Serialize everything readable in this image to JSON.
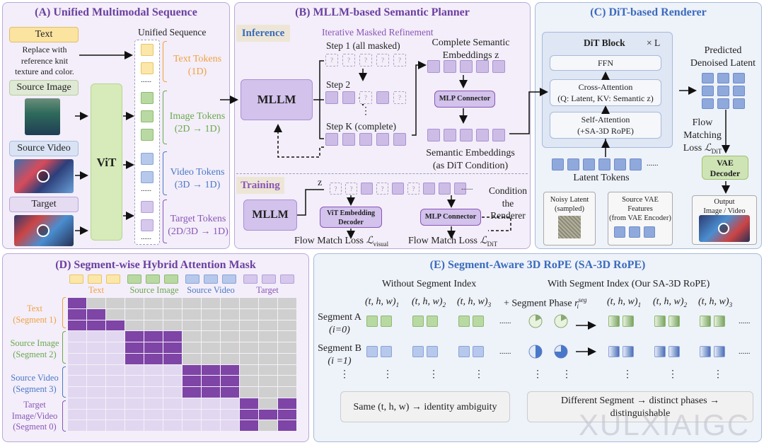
{
  "panelA": {
    "title": "(A) Unified Multimodal Sequence",
    "text_label": "Text",
    "text_content": "Replace with reference knit texture and color.",
    "source_image": "Source Image",
    "source_video": "Source Video",
    "target": "Target",
    "vit": "ViT",
    "unified_sequence": "Unified Sequence",
    "text_tokens": "Text Tokens",
    "text_tokens_dim": "(1D)",
    "image_tokens": "Image Tokens",
    "image_tokens_dim": "(2D → 1D)",
    "video_tokens": "Video Tokens",
    "video_tokens_dim": "(3D → 1D)",
    "target_tokens": "Target Tokens",
    "target_tokens_dim": "(2D/3D → 1D)",
    "dots": "......"
  },
  "panelB": {
    "title": "(B) MLLM-based Semantic Planner",
    "inference": "Inference",
    "training": "Training",
    "imr": "Iterative Masked Refinement",
    "step1": "Step 1 (all masked)",
    "step2": "Step 2",
    "stepk": "Step K (complete)",
    "mllm": "MLLM",
    "complete_sem": "Complete Semantic Embeddings z",
    "mlp": "MLP Connector",
    "sem_emb": "Semantic Embeddings",
    "sem_emb2": "(as DiT Condition)",
    "z": "z",
    "vit_dec": "ViT Embedding Decoder",
    "flow_visual": "Flow Match Loss",
    "visual_sub": "visual",
    "flow_dit": "Flow Match Loss",
    "dit_sub": "DiT",
    "cond": "Condition the Renderer",
    "q": "?",
    "vdots": "⋮",
    "dots": "......"
  },
  "panelC": {
    "title": "(C) DiT-based Renderer",
    "dit_block": "DiT Block",
    "times_l": "× L",
    "ffn": "FFN",
    "cross1": "Cross-Attention",
    "cross2": "(Q: Latent, KV: Semantic z)",
    "self1": "Self-Attention",
    "self2": "(+SA-3D RoPE)",
    "latent_tokens": "Latent Tokens",
    "noisy1": "Noisy Latent",
    "noisy2": "(sampled)",
    "svae1": "Source VAE",
    "svae2": "Features",
    "svae3": "(from VAE Encoder)",
    "pred1": "Predicted",
    "pred2": "Denoised Latent",
    "fm1": "Flow",
    "fm2": "Matching",
    "fm3": "Loss",
    "fm_sub": "DiT",
    "vae1": "VAE",
    "vae2": "Decoder",
    "out1": "Output",
    "out2": "Image / Video",
    "dots": "......"
  },
  "panelD": {
    "title": "(D) Segment-wise Hybrid Attention Mask",
    "legend_text": "Text",
    "legend_img": "Source Image",
    "legend_vid": "Source Video",
    "legend_tgt": "Target",
    "row_text1": "Text",
    "row_text2": "(Segment 1)",
    "row_img1": "Source Image",
    "row_img2": "(Segment 2)",
    "row_vid1": "Source Video",
    "row_vid2": "(Segment 3)",
    "row_tgt1": "Target",
    "row_tgt2": "Image/Video",
    "row_tgt3": "(Segment 0)"
  },
  "panelE": {
    "title": "(E) Segment-Aware 3D RoPE (SA-3D RoPE)",
    "without": "Without Segment Index",
    "with": "With Segment Index (Our SA-3D RoPE)",
    "thw1": "(t, h, w)",
    "sub1": "1",
    "sub2": "2",
    "sub3": "3",
    "plus_phase": "+ Segment Phase",
    "r": "r",
    "r_sup": "seg",
    "r_sub": "i",
    "seg_a": "Segment A",
    "seg_a_i": "(i=0)",
    "seg_b": "Segment B",
    "seg_b_i": "(i =1)",
    "same": "Same (t, h, w) → identity ambiguity",
    "diff1": "Different Segment → distinct phases →",
    "diff2": "distinguishable",
    "dots": "......",
    "vdots": "⋮"
  },
  "watermark": "XULXIAIGC",
  "colors": {
    "text": "#f0a040",
    "image": "#6aa84f",
    "video": "#4a78c8",
    "target": "#8a55b8",
    "title_purple": "#6b3fa0",
    "title_blue": "#3a6bbd"
  }
}
